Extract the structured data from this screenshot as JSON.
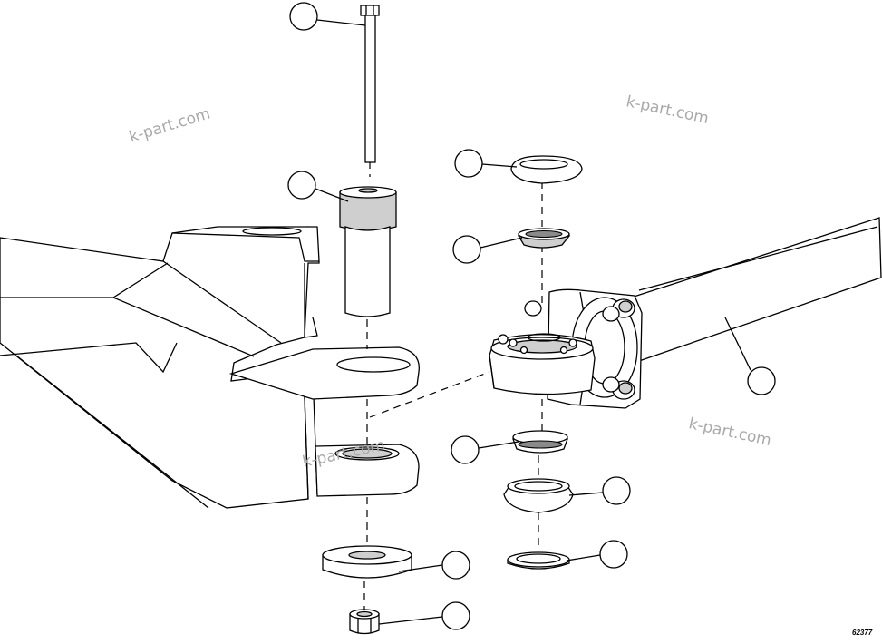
{
  "watermarks": [
    "k-part.com",
    "k-part.com",
    "k-part.com",
    "k-part.com"
  ],
  "figure_code": "62377",
  "colors": {
    "line": "#000000",
    "shade": "#cfcfcf",
    "dark_shade": "#8a8a8a",
    "watermark": "#a9a9a9"
  }
}
